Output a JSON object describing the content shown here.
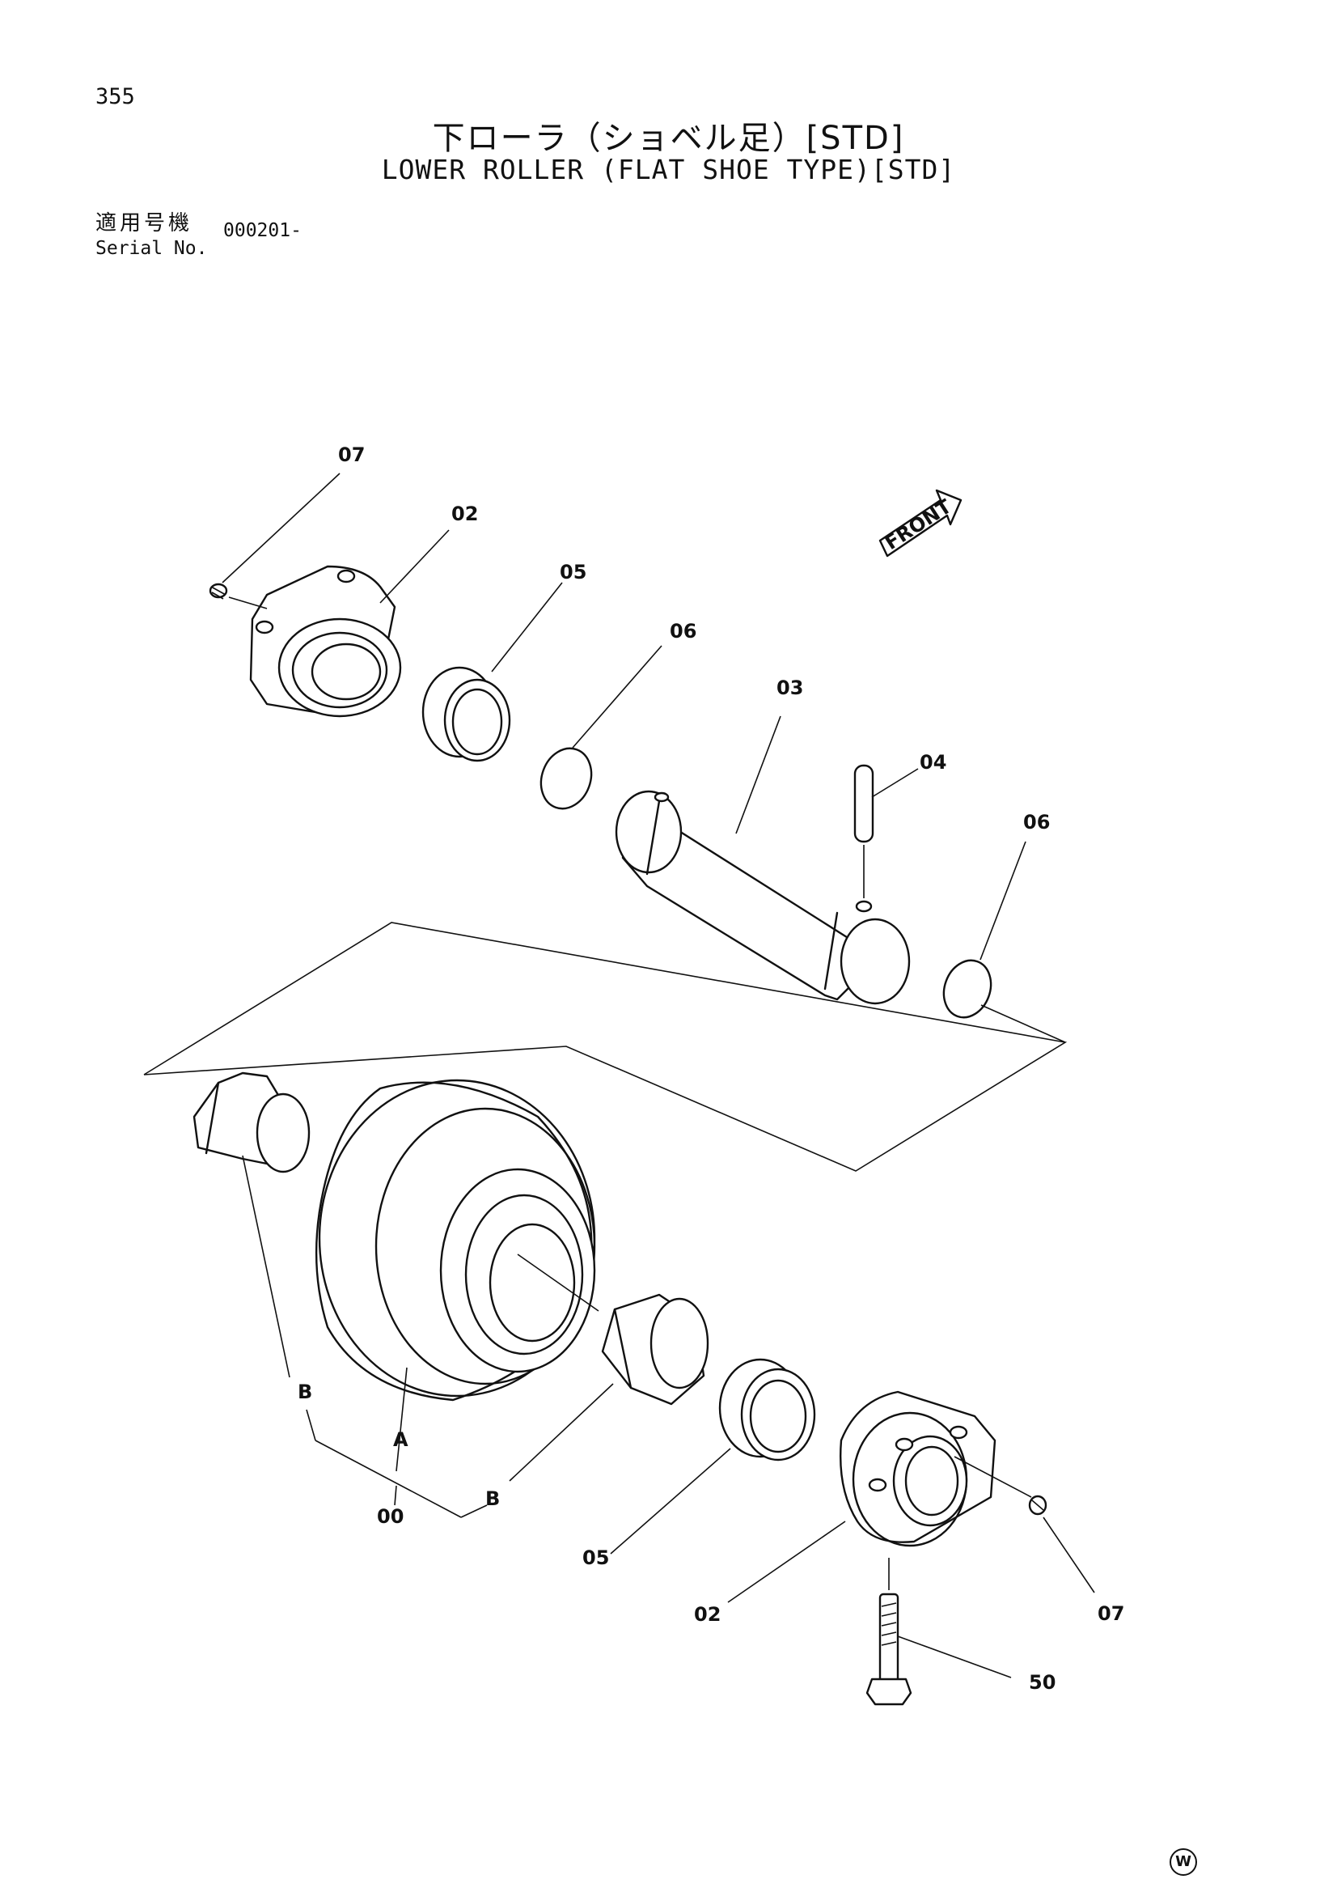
{
  "page_number": "355",
  "title_jp": "下ローラ（ショベル足）[STD]",
  "title_en": "LOWER ROLLER (FLAT SHOE TYPE)[STD]",
  "serial": {
    "label_jp": "適用号機",
    "label_en": "Serial No.",
    "value": "000201-"
  },
  "front_indicator": "FRONT",
  "callouts": {
    "c07_top": "07",
    "c02_top": "02",
    "c05_top": "05",
    "c06_mid": "06",
    "c03": "03",
    "c04": "04",
    "c06_right": "06",
    "cB_left": "B",
    "cA": "A",
    "c00": "00",
    "cB_bottom": "B",
    "c05_bottom": "05",
    "c02_bottom": "02",
    "c07_bottom": "07",
    "c50": "50"
  },
  "publisher_mark": "W"
}
